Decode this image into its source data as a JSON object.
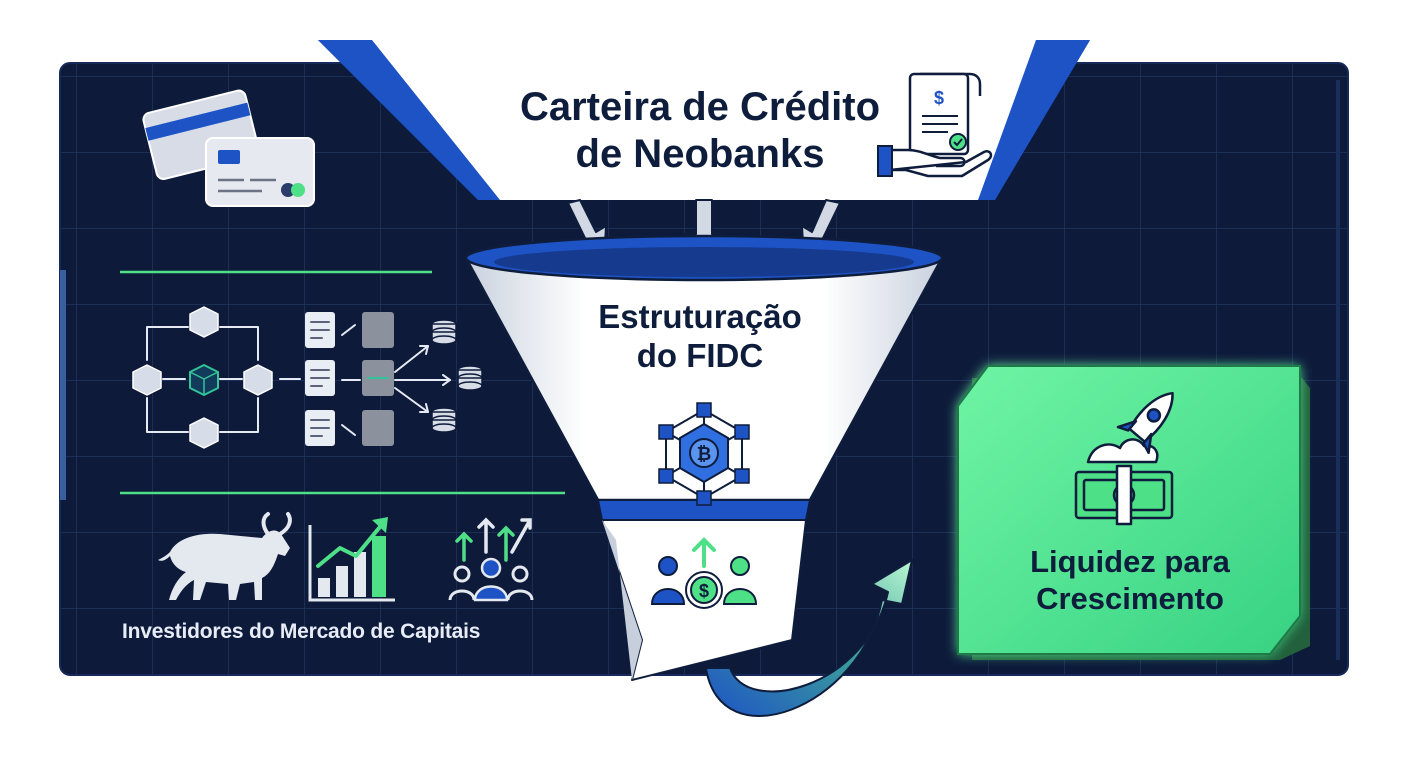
{
  "source_block": {
    "title_line1": "Carteira de Crédito",
    "title_line2": "de Neobanks",
    "icon": "receipt-hand-icon"
  },
  "funnel": {
    "title_line1": "Estruturação",
    "title_line2": "do FIDC",
    "icon": "blockchain-network-icon",
    "output_icon": "investor-dollar-icon"
  },
  "left_panel": {
    "card_icon": "credit-cards-icon",
    "flow_icon": "blockchain-data-flow-icon",
    "investor_icons": [
      "bull-icon",
      "growth-bar-chart-icon",
      "investor-group-growth-icon"
    ],
    "investors_label": "Investidores do Mercado de Capitais"
  },
  "result_block": {
    "title_line1": "Liquidez para",
    "title_line2": "Crescimento",
    "icon": "rocket-money-icon"
  },
  "colors": {
    "panel": "#0d1a3a",
    "grid": "#1f3460",
    "brand_blue": "#1e53c6",
    "green": "#4ee087",
    "text": "#0f1d3c"
  }
}
